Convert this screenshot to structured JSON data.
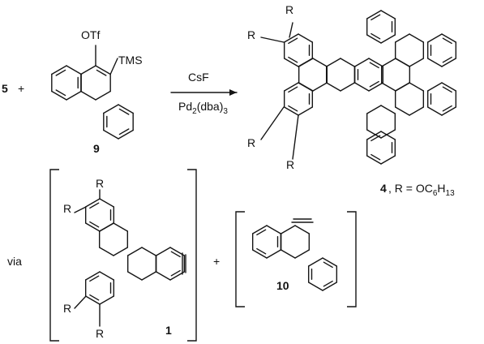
{
  "reactant_5": "5",
  "plus_1": "+",
  "compound_9": {
    "number": "9",
    "otf": "OTf",
    "tms": "TMS"
  },
  "arrow": {
    "reagent_top": "CsF",
    "reagent_bottom": "Pd2(dba)3"
  },
  "product_4": {
    "number": "4",
    "caption": ", R = OC6H13",
    "r": "R"
  },
  "via_label": "via",
  "intermediate_1": {
    "number": "1",
    "r": "R"
  },
  "plus_2": "+",
  "intermediate_10": {
    "number": "10"
  }
}
